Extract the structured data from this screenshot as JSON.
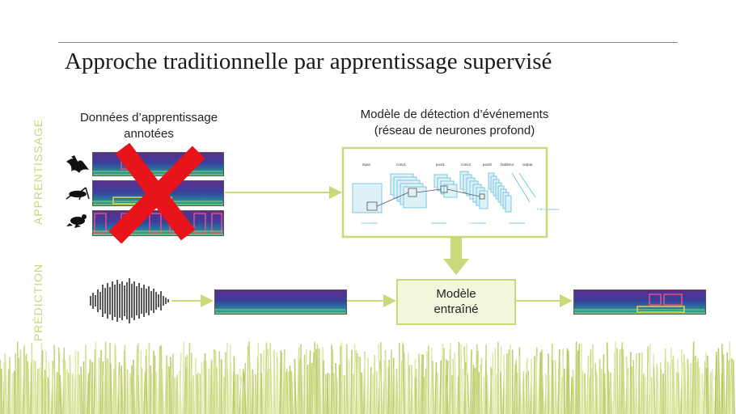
{
  "slide": {
    "title": "Approche traditionnelle par apprentissage supervisé",
    "side_labels": {
      "training": "APPRENTISSAGE",
      "prediction": "PRÉDICTION"
    },
    "training_data_caption": [
      "Données d’apprentissage",
      "annotées"
    ],
    "model_caption": [
      "Modèle de détection d’événements",
      "(réseau de neurones profond)"
    ],
    "cnn_layers": {
      "input": "input",
      "conv1": "conv1",
      "pool1": "pool1",
      "conv2": "conv2",
      "pool2": "pool2",
      "hidden4": "hidden4",
      "output": "output",
      "convolution1": "Convolution",
      "subsample1": "subsample",
      "convolution2": "Convolution",
      "subsample2": "subsample",
      "full_connection": "Full Connection"
    },
    "trained_model": [
      "Modèle",
      "entraîné"
    ],
    "colors": {
      "accent_green": "#c5d67c",
      "arrow_green": "#c9d97a",
      "box_border": "#c9d97a",
      "box_fill": "#f3f6dd",
      "cross_red": "#e8141c",
      "annotation_pink": "#e0508c",
      "annotation_yellow": "#e8d43a",
      "cnn_blue": "#5bbcd8"
    },
    "icons": [
      "bird-icon",
      "grasshopper-icon",
      "frog-icon",
      "waveform-icon",
      "red-cross-icon",
      "grass-icon"
    ]
  }
}
